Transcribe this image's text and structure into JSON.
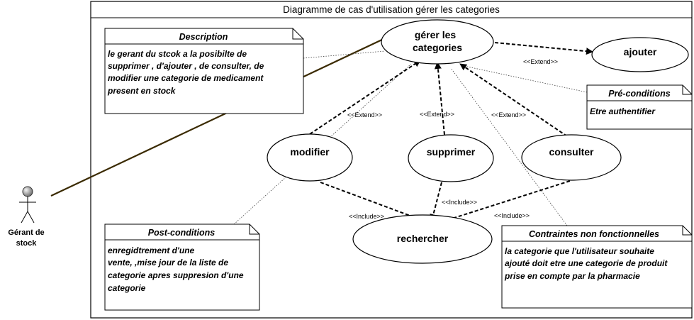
{
  "diagram": {
    "title": "Diagramme de  cas d'utilisation gérer les categories",
    "actor": {
      "line1": "Gérant de",
      "line2": "stock",
      "icon": "stick-figure-actor-icon"
    },
    "use_cases": {
      "gerer_line1": "gérer les",
      "gerer_line2": "categories",
      "ajouter": "ajouter",
      "modifier": "modifier",
      "supprimer": "supprimer",
      "consulter": "consulter",
      "rechercher": "rechercher"
    },
    "stereotypes": {
      "extend": "<<Extend>>",
      "include": "<<Include>>"
    },
    "notes": {
      "description": {
        "title": "Description",
        "lines": [
          "le gerant du stcok a la posibilte de",
          "supprimer , d'ajouter , de consulter, de",
          "modifier une categorie de medicament",
          "present en stock"
        ]
      },
      "preconditions": {
        "title": "Pré-conditions",
        "lines": [
          "Etre authentifier"
        ]
      },
      "postconditions": {
        "title": "Post-conditions",
        "lines": [
          "enregidtrement d'une",
          "vente, ,mise jour de la liste de",
          "categorie apres suppresion d'une",
          "categorie"
        ]
      },
      "constraints": {
        "title": "Contraintes non fonctionnelles",
        "lines": [
          "la categorie que l'utilisateur souhaite",
          "ajouté doit etre une categorie de produit",
          "prise en compte par la  pharmacie"
        ]
      }
    }
  }
}
